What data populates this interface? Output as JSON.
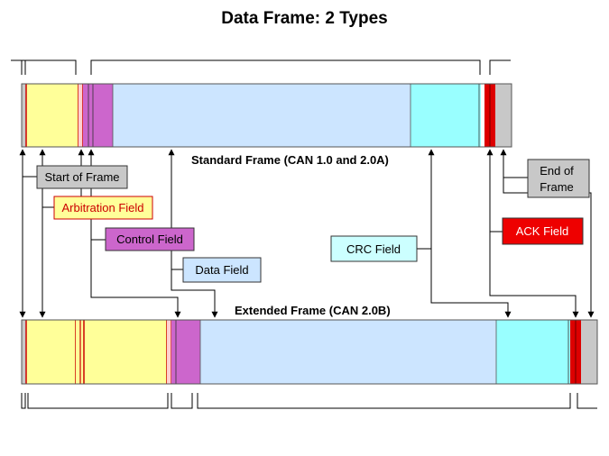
{
  "title": "Data Frame: 2 Types",
  "standard_frame_label": "Standard Frame (CAN 1.0 and 2.0A)",
  "extended_frame_label": "Extended Frame (CAN 2.0B)",
  "fields": {
    "start_of_frame": "Start of Frame",
    "arbitration_field": "Arbitration Field",
    "control_field": "Control Field",
    "data_field": "Data Field",
    "crc_field": "CRC Field",
    "ack_field": "ACK Field",
    "end_of_frame_line1": "End of",
    "end_of_frame_line2": "Frame"
  },
  "colors": {
    "start": "#c8c8c8",
    "arbitration": "#ffff99",
    "arbitration_border": "#cc0000",
    "control": "#cc66cc",
    "data": "#cce5ff",
    "crc": "#99ffff",
    "ack": "#dd0000",
    "end": "#c8c8c8"
  }
}
